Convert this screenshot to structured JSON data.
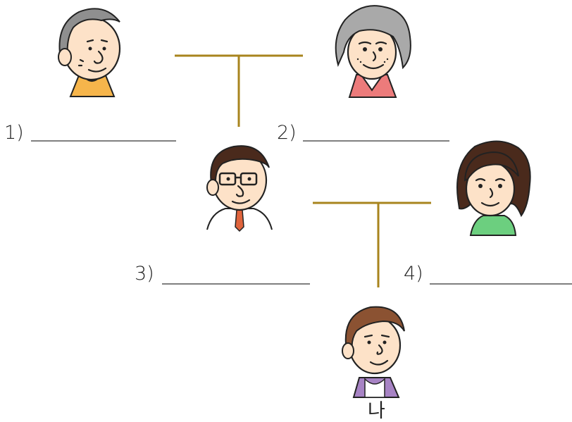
{
  "colors": {
    "connector": "#a8841e",
    "skin": "#fde2c8",
    "grandpa_hair": "#8f8f8f",
    "grandpa_shirt": "#f6b54b",
    "grandma_hair": "#a9a9a9",
    "grandma_shirt": "#ec7b7b",
    "dad_hair": "#4a2a1c",
    "dad_tie": "#e0643c",
    "mom_hair": "#4a2a1c",
    "mom_shirt": "#6ccf7f",
    "me_hair": "#8b5232",
    "me_shirt": "#a783c4"
  },
  "members": [
    {
      "id": "grandfather",
      "icon": "grandfather-face-icon"
    },
    {
      "id": "grandmother",
      "icon": "grandmother-face-icon"
    },
    {
      "id": "father",
      "icon": "father-face-icon"
    },
    {
      "id": "mother",
      "icon": "mother-face-icon"
    },
    {
      "id": "me",
      "icon": "me-face-icon",
      "label": "나"
    }
  ],
  "blanks": [
    {
      "number": "1)",
      "answer": ""
    },
    {
      "number": "2)",
      "answer": ""
    },
    {
      "number": "3)",
      "answer": ""
    },
    {
      "number": "4)",
      "answer": ""
    }
  ]
}
